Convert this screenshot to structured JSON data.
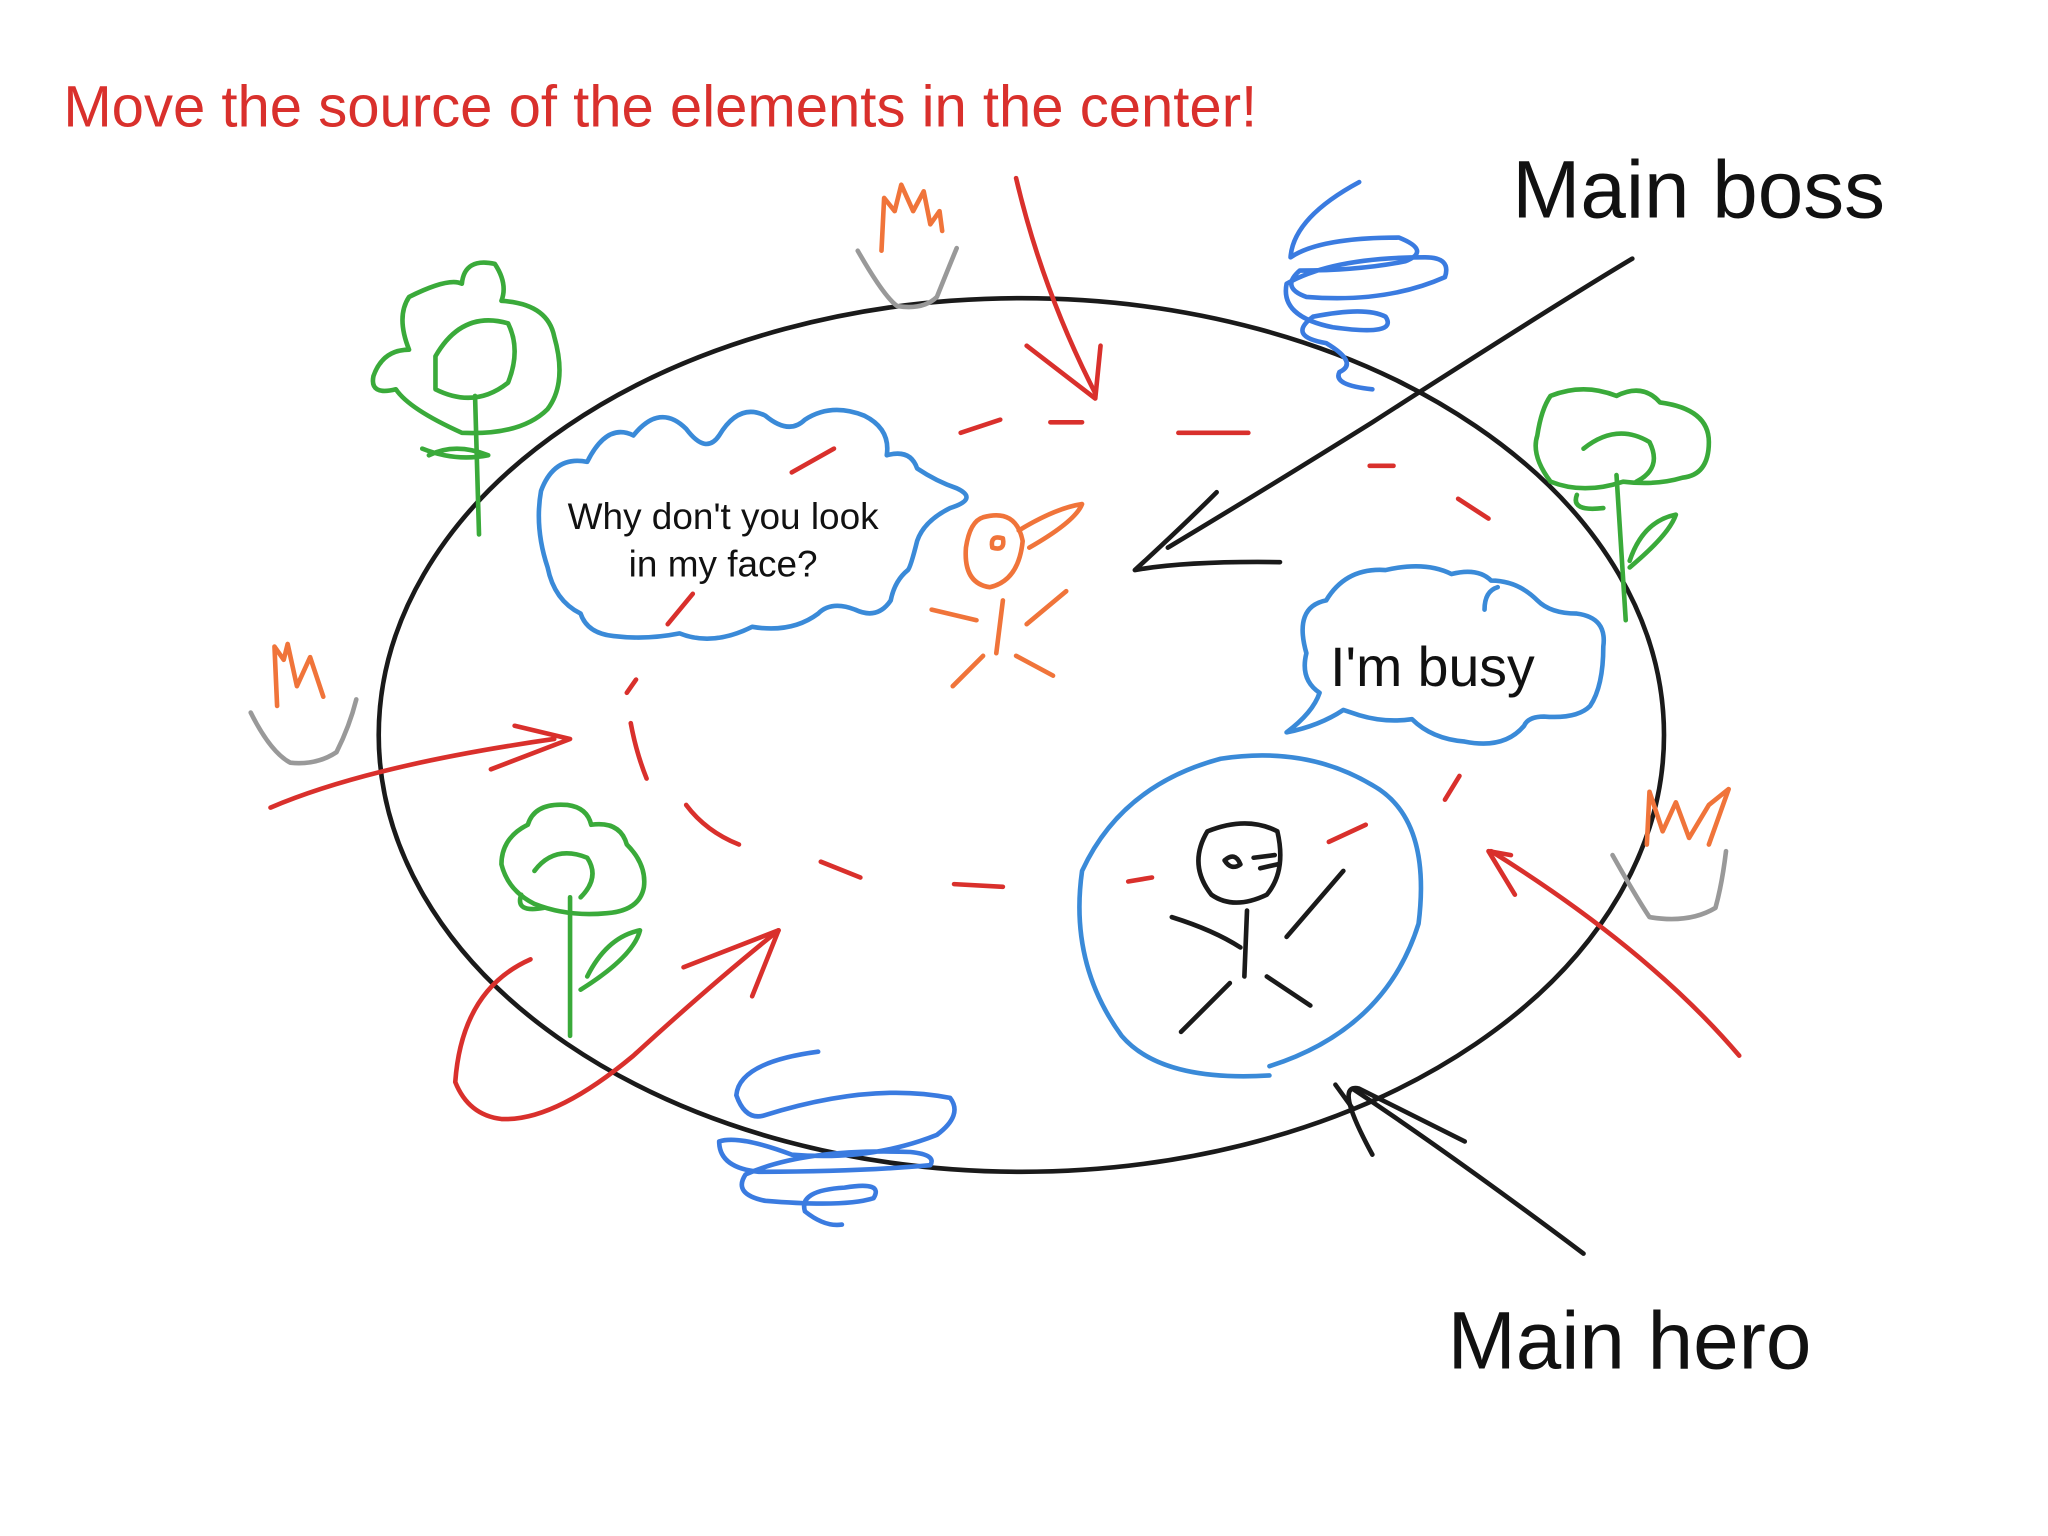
{
  "title": "Move the source of the elements in the center!",
  "labels": {
    "main_boss": "Main boss",
    "main_hero": "Main hero"
  },
  "bubbles": {
    "boss_line1": "Why don't you look",
    "boss_line2": "in my face?",
    "hero": "I'm busy"
  },
  "colors": {
    "title": "#d9302c",
    "outline": "#1a1a1a",
    "bubble": "#3a8ad8",
    "flower": "#3aaa3a",
    "fire": "#f0743a"
  }
}
